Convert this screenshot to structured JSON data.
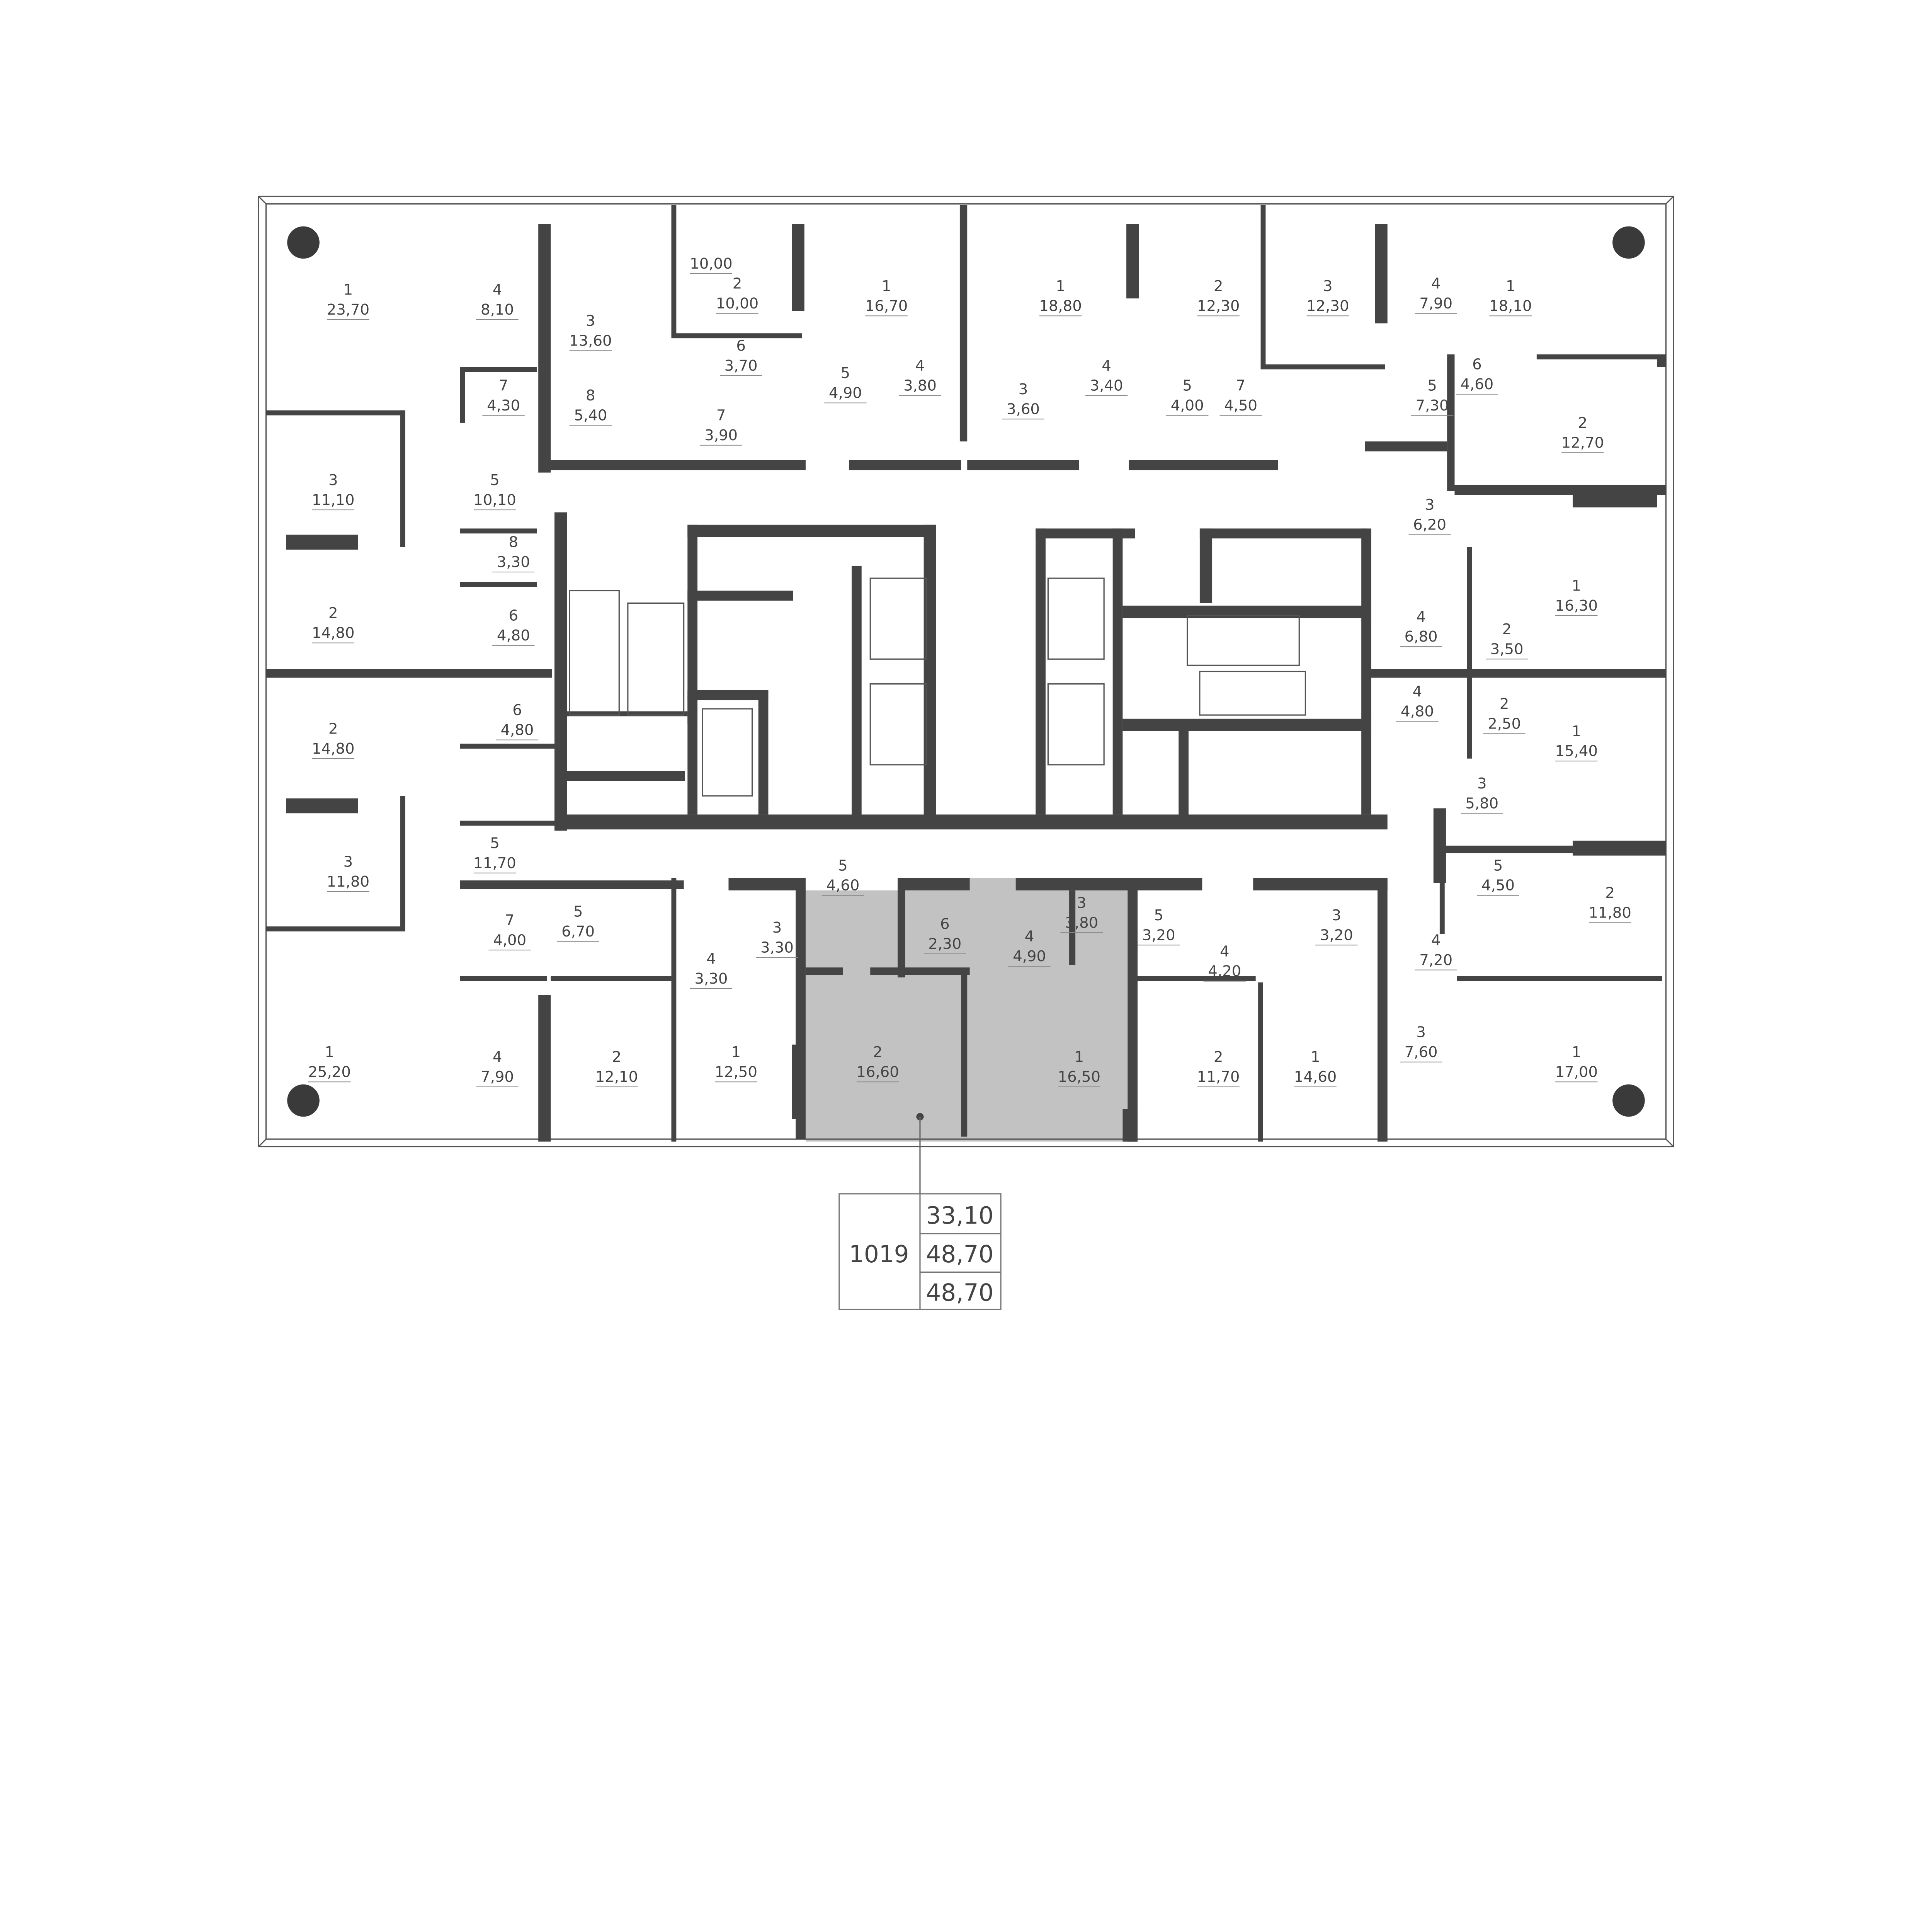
{
  "plan": {
    "highlight_color": "#c2c2c2",
    "wall_color": "#444444",
    "rooms": [
      {
        "n": "1",
        "a": "23,70"
      },
      {
        "n": "4",
        "a": "8,10"
      },
      {
        "n": "7",
        "a": "4,30"
      },
      {
        "n": "5",
        "a": "10,10"
      },
      {
        "n": "8",
        "a": "3,30"
      },
      {
        "n": "6",
        "a": "4,80"
      },
      {
        "n": "3",
        "a": "11,10"
      },
      {
        "n": "3",
        "a": "13,60"
      },
      {
        "n": "8",
        "a": "5,40"
      },
      {
        "n": "",
        "a": "10,00"
      },
      {
        "n": "2",
        "a": "10,00"
      },
      {
        "n": "6",
        "a": "3,70"
      },
      {
        "n": "7",
        "a": "3,90"
      },
      {
        "n": "5",
        "a": "4,90"
      },
      {
        "n": "1",
        "a": "16,70"
      },
      {
        "n": "4",
        "a": "3,80"
      },
      {
        "n": "1",
        "a": "18,80"
      },
      {
        "n": "3",
        "a": "3,60"
      },
      {
        "n": "4",
        "a": "3,40"
      },
      {
        "n": "2",
        "a": "12,30"
      },
      {
        "n": "5",
        "a": "4,00"
      },
      {
        "n": "7",
        "a": "4,50"
      },
      {
        "n": "3",
        "a": "12,30"
      },
      {
        "n": "4",
        "a": "7,90"
      },
      {
        "n": "1",
        "a": "18,10"
      },
      {
        "n": "5",
        "a": "7,30"
      },
      {
        "n": "6",
        "a": "4,60"
      },
      {
        "n": "2",
        "a": "12,70"
      },
      {
        "n": "3",
        "a": "6,20"
      },
      {
        "n": "1",
        "a": "16,30"
      },
      {
        "n": "4",
        "a": "6,80"
      },
      {
        "n": "2",
        "a": "3,50"
      },
      {
        "n": "4",
        "a": "4,80"
      },
      {
        "n": "2",
        "a": "2,50"
      },
      {
        "n": "1",
        "a": "15,40"
      },
      {
        "n": "3",
        "a": "5,80"
      },
      {
        "n": "5",
        "a": "4,50"
      },
      {
        "n": "2",
        "a": "11,80"
      },
      {
        "n": "4",
        "a": "7,20"
      },
      {
        "n": "3",
        "a": "7,60"
      },
      {
        "n": "1",
        "a": "17,00"
      },
      {
        "n": "5",
        "a": "3,20"
      },
      {
        "n": "4",
        "a": "4,20"
      },
      {
        "n": "3",
        "a": "3,20"
      },
      {
        "n": "2",
        "a": "11,70"
      },
      {
        "n": "1",
        "a": "14,60"
      },
      {
        "n": "5",
        "a": "4,60"
      },
      {
        "n": "6",
        "a": "2,30"
      },
      {
        "n": "4",
        "a": "4,90"
      },
      {
        "n": "3",
        "a": "3,80"
      },
      {
        "n": "2",
        "a": "16,60"
      },
      {
        "n": "1",
        "a": "16,50"
      },
      {
        "n": "5",
        "a": "11,70"
      },
      {
        "n": "7",
        "a": "4,00"
      },
      {
        "n": "5",
        "a": "6,70"
      },
      {
        "n": "3",
        "a": "3,30"
      },
      {
        "n": "4",
        "a": "3,30"
      },
      {
        "n": "1",
        "a": "12,50"
      },
      {
        "n": "2",
        "a": "12,10"
      },
      {
        "n": "4",
        "a": "7,90"
      },
      {
        "n": "1",
        "a": "25,20"
      },
      {
        "n": "3",
        "a": "11,80"
      },
      {
        "n": "2",
        "a": "14,80"
      },
      {
        "n": "6",
        "a": "4,80"
      },
      {
        "n": "2",
        "a": "14,80"
      }
    ]
  },
  "legend": {
    "apartment_number": "1019",
    "living_area": "33,10",
    "total_area": "48,70",
    "total_area_with_balcony": "48,70"
  }
}
